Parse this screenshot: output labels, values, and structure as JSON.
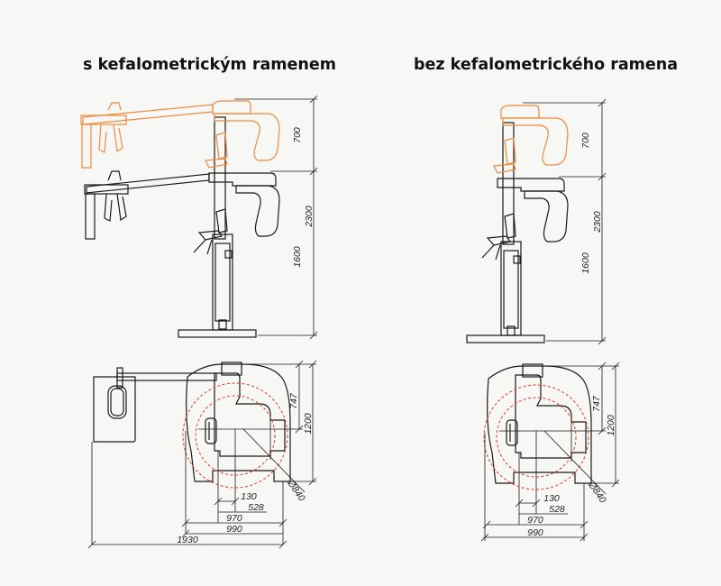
{
  "titles": {
    "left": "s kefalometrickým ramenem",
    "right": "bez kefalometrického ramena"
  },
  "colors": {
    "line": "#1a1a1a",
    "accent": "#f08a3c",
    "circle": "#e0483a",
    "background": "#f7f7f5"
  },
  "left_side": {
    "dims": {
      "h_upper": "700",
      "h_total": "2300",
      "h_lower": "1600",
      "d_depth": "747",
      "d_width": "1200",
      "d_diameter": "Ø840",
      "d_offset": "130",
      "d_528": "528",
      "d_970": "970",
      "d_990": "990",
      "d_1930": "1930"
    }
  },
  "right_side": {
    "dims": {
      "h_upper": "700",
      "h_total": "2300",
      "h_lower": "1600",
      "d_depth": "747",
      "d_width": "1200",
      "d_diameter": "Ø840",
      "d_offset": "130",
      "d_528": "528",
      "d_970": "970",
      "d_990": "990"
    }
  }
}
